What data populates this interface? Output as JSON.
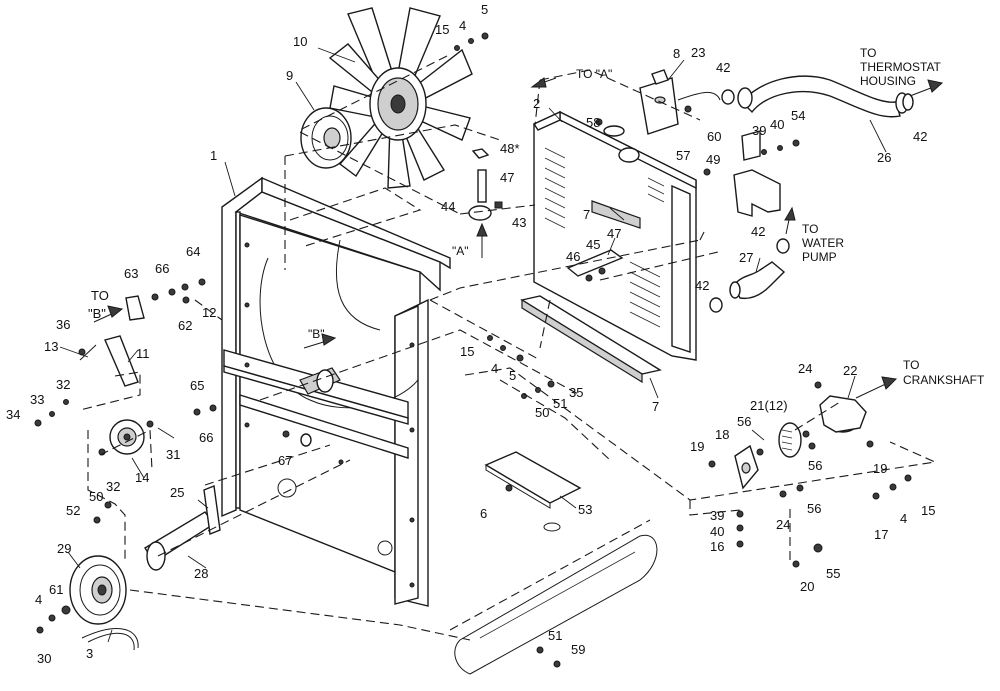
{
  "diagram": {
    "callouts": [
      {
        "id": "c1",
        "text": "1"
      },
      {
        "id": "c2",
        "text": "2"
      },
      {
        "id": "c3",
        "text": "3"
      },
      {
        "id": "c4a",
        "text": "4"
      },
      {
        "id": "c4b",
        "text": "4"
      },
      {
        "id": "c4c",
        "text": "4"
      },
      {
        "id": "c4d",
        "text": "4"
      },
      {
        "id": "c5a",
        "text": "5"
      },
      {
        "id": "c5b",
        "text": "5"
      },
      {
        "id": "c6",
        "text": "6"
      },
      {
        "id": "c7a",
        "text": "7"
      },
      {
        "id": "c7b",
        "text": "7"
      },
      {
        "id": "c8",
        "text": "8"
      },
      {
        "id": "c9",
        "text": "9"
      },
      {
        "id": "c10",
        "text": "10"
      },
      {
        "id": "c11",
        "text": "11"
      },
      {
        "id": "c12",
        "text": "12"
      },
      {
        "id": "c13",
        "text": "13"
      },
      {
        "id": "c14",
        "text": "14"
      },
      {
        "id": "c15a",
        "text": "15"
      },
      {
        "id": "c15b",
        "text": "15"
      },
      {
        "id": "c15c",
        "text": "15"
      },
      {
        "id": "c16",
        "text": "16"
      },
      {
        "id": "c17",
        "text": "17"
      },
      {
        "id": "c18",
        "text": "18"
      },
      {
        "id": "c19a",
        "text": "19"
      },
      {
        "id": "c19b",
        "text": "19"
      },
      {
        "id": "c20",
        "text": "20"
      },
      {
        "id": "c21",
        "text": "21(12)"
      },
      {
        "id": "c22",
        "text": "22"
      },
      {
        "id": "c23",
        "text": "23"
      },
      {
        "id": "c24a",
        "text": "24"
      },
      {
        "id": "c24b",
        "text": "24"
      },
      {
        "id": "c25",
        "text": "25"
      },
      {
        "id": "c26",
        "text": "26"
      },
      {
        "id": "c27",
        "text": "27"
      },
      {
        "id": "c28",
        "text": "28"
      },
      {
        "id": "c29",
        "text": "29"
      },
      {
        "id": "c30",
        "text": "30"
      },
      {
        "id": "c31",
        "text": "31"
      },
      {
        "id": "c32a",
        "text": "32"
      },
      {
        "id": "c32b",
        "text": "32"
      },
      {
        "id": "c33",
        "text": "33"
      },
      {
        "id": "c34",
        "text": "34"
      },
      {
        "id": "c35",
        "text": "35"
      },
      {
        "id": "c36",
        "text": "36"
      },
      {
        "id": "c39a",
        "text": "39"
      },
      {
        "id": "c39b",
        "text": "39"
      },
      {
        "id": "c40a",
        "text": "40"
      },
      {
        "id": "c40b",
        "text": "40"
      },
      {
        "id": "c42a",
        "text": "42"
      },
      {
        "id": "c42b",
        "text": "42"
      },
      {
        "id": "c42c",
        "text": "42"
      },
      {
        "id": "c42d",
        "text": "42"
      },
      {
        "id": "c43",
        "text": "43"
      },
      {
        "id": "c44",
        "text": "44"
      },
      {
        "id": "c45",
        "text": "45"
      },
      {
        "id": "c46",
        "text": "46"
      },
      {
        "id": "c47a",
        "text": "47"
      },
      {
        "id": "c47b",
        "text": "47"
      },
      {
        "id": "c48",
        "text": "48*"
      },
      {
        "id": "c49",
        "text": "49"
      },
      {
        "id": "c50a",
        "text": "50"
      },
      {
        "id": "c50b",
        "text": "50"
      },
      {
        "id": "c51a",
        "text": "51"
      },
      {
        "id": "c51b",
        "text": "51"
      },
      {
        "id": "c52",
        "text": "52"
      },
      {
        "id": "c53",
        "text": "53"
      },
      {
        "id": "c54",
        "text": "54"
      },
      {
        "id": "c55",
        "text": "55"
      },
      {
        "id": "c56a",
        "text": "56"
      },
      {
        "id": "c56b",
        "text": "56"
      },
      {
        "id": "c56c",
        "text": "56"
      },
      {
        "id": "c57",
        "text": "57"
      },
      {
        "id": "c58",
        "text": "58"
      },
      {
        "id": "c59",
        "text": "59"
      },
      {
        "id": "c60",
        "text": "60"
      },
      {
        "id": "c61",
        "text": "61"
      },
      {
        "id": "c62",
        "text": "62"
      },
      {
        "id": "c63",
        "text": "63"
      },
      {
        "id": "c64",
        "text": "64"
      },
      {
        "id": "c65",
        "text": "65"
      },
      {
        "id": "c66a",
        "text": "66"
      },
      {
        "id": "c66b",
        "text": "66"
      },
      {
        "id": "c67",
        "text": "67"
      }
    ],
    "notes": {
      "to_a": "TO \"A\"",
      "view_a": "\"A\"",
      "view_b": "\"B\"",
      "to_b_line1": "TO",
      "to_b_line2": "\"B\"",
      "thermostat_line1": "TO",
      "thermostat_line2": "THERMOSTAT",
      "thermostat_line3": "HOUSING",
      "water_line1": "TO",
      "water_line2": "WATER",
      "water_line3": "PUMP",
      "crank_line1": "TO",
      "crank_line2": "CRANKSHAFT"
    }
  }
}
